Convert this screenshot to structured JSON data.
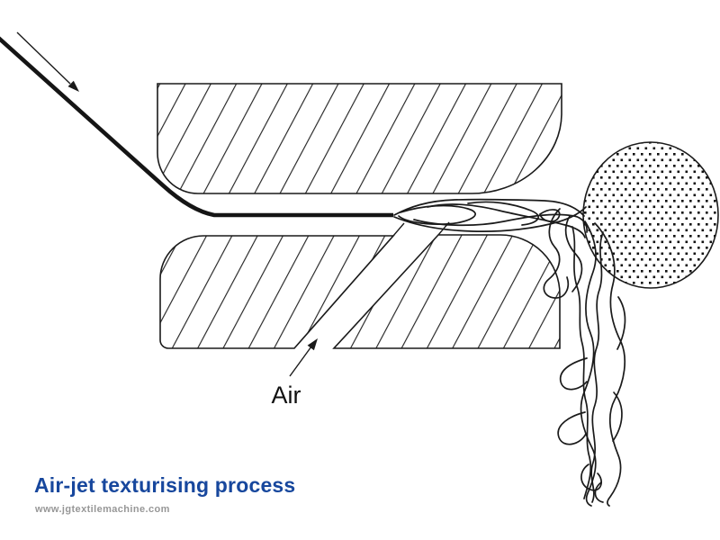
{
  "page": {
    "title": "Air-jet texturising process",
    "title_color": "#17479d",
    "watermark": "www.jgtextilemachine.com",
    "watermark_color": "#979797",
    "background_color": "#ffffff"
  },
  "diagram": {
    "type": "technical-line-diagram",
    "subject": "Air-jet texturising nozzle cross-section",
    "line_color": "#1a1a1a",
    "labels": {
      "air": "Air"
    },
    "components": [
      {
        "name": "feed-yarn",
        "role": "straight feed yarn entering nozzle from upper left"
      },
      {
        "name": "feed-direction-arrow",
        "role": "arrow showing yarn feed direction (down-right)"
      },
      {
        "name": "nozzle-upper-block",
        "role": "hatched upper nozzle body"
      },
      {
        "name": "nozzle-lower-block-left",
        "role": "hatched lower nozzle body, left of air inlet"
      },
      {
        "name": "nozzle-lower-block-right",
        "role": "hatched lower nozzle body, right of air inlet"
      },
      {
        "name": "air-inlet-channel",
        "role": "diagonal air inlet slot labelled Air"
      },
      {
        "name": "air-direction-arrow",
        "role": "arrow showing air entering the inlet channel"
      },
      {
        "name": "textured-yarn-loops",
        "role": "entangled looped yarn leaving the nozzle and falling downward"
      },
      {
        "name": "yarn-plug-roller",
        "role": "stippled circle (yarn plug / take-up roller) at right"
      }
    ]
  }
}
